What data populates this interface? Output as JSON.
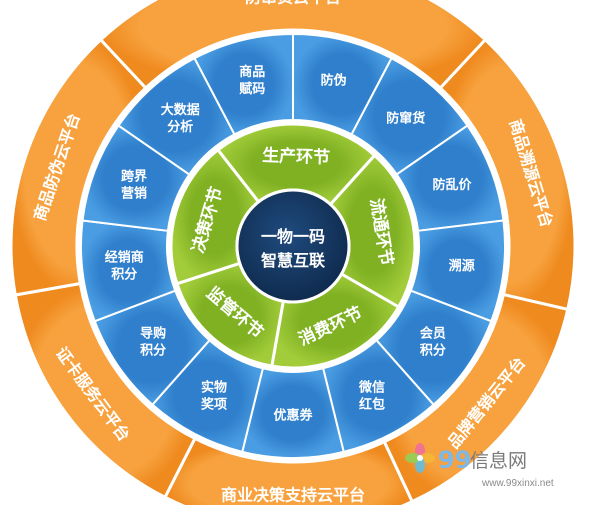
{
  "center": {
    "line1": "一物一码",
    "line2": "智慧互联"
  },
  "green_ring": [
    {
      "id": "production",
      "label": "生产环节"
    },
    {
      "id": "circulation",
      "label": "流通环节"
    },
    {
      "id": "consumption",
      "label": "消费环节"
    },
    {
      "id": "supervision",
      "label": "监管环节"
    },
    {
      "id": "decision",
      "label": "决策环节"
    }
  ],
  "blue_ring": [
    {
      "id": "product-coding",
      "lines": [
        "商品",
        "赋码"
      ]
    },
    {
      "id": "anti-counterfeit",
      "lines": [
        "防伪"
      ]
    },
    {
      "id": "anti-diversion",
      "lines": [
        "防窜货"
      ]
    },
    {
      "id": "anti-price-chaos",
      "lines": [
        "防乱价"
      ]
    },
    {
      "id": "traceability",
      "lines": [
        "溯源"
      ]
    },
    {
      "id": "member-points",
      "lines": [
        "会员",
        "积分"
      ]
    },
    {
      "id": "wechat-red-packet",
      "lines": [
        "微信",
        "红包"
      ]
    },
    {
      "id": "coupon",
      "lines": [
        "优惠券"
      ]
    },
    {
      "id": "physical-prize",
      "lines": [
        "实物",
        "奖项"
      ]
    },
    {
      "id": "shopping-guide-points",
      "lines": [
        "导购",
        "积分"
      ]
    },
    {
      "id": "dealer-points",
      "lines": [
        "经销商",
        "积分"
      ]
    },
    {
      "id": "cross-border-marketing",
      "lines": [
        "跨界",
        "营销"
      ]
    },
    {
      "id": "big-data-analysis",
      "lines": [
        "大数据",
        "分析"
      ]
    }
  ],
  "orange_ring": [
    {
      "id": "anti-diversion-cloud",
      "label": "防窜货云平台"
    },
    {
      "id": "traceability-cloud",
      "label": "商品溯源云平台"
    },
    {
      "id": "brand-marketing-cloud",
      "label": "品牌营销云平台"
    },
    {
      "id": "business-decision-cloud",
      "label": "商业决策支持云平台"
    },
    {
      "id": "certificate-service-cloud",
      "label": "证卡服务云平台"
    },
    {
      "id": "anti-counterfeit-cloud",
      "label": "商品防伪云平台"
    }
  ],
  "watermark": {
    "brand_digits": "99",
    "brand_text": "信息网",
    "domain": "www.99xinxi.net"
  },
  "colors": {
    "orange": "#f4952c",
    "blue": "#3b8fd8",
    "green": "#8bbd2a",
    "navy": "#13345c",
    "white": "#ffffff"
  }
}
